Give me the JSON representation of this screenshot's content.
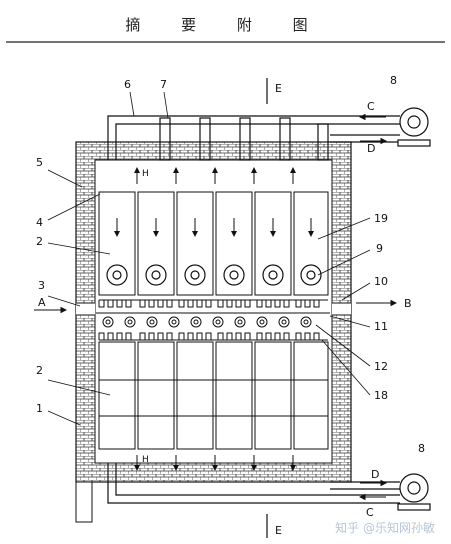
{
  "header": {
    "title": "摘 要 附 图"
  },
  "labels": {
    "n1": "1",
    "n2a": "2",
    "n2b": "2",
    "n3": "3",
    "n4": "4",
    "n5": "5",
    "n6": "6",
    "n7": "7",
    "n8a": "8",
    "n8b": "8",
    "n9": "9",
    "n10": "10",
    "n11": "11",
    "n12": "12",
    "n18": "18",
    "n19": "19",
    "A": "A",
    "B": "B",
    "C1": "C",
    "C2": "C",
    "D1": "D",
    "D2": "D",
    "E1": "E",
    "E2": "E",
    "H1": "H",
    "H2": "H"
  },
  "watermark": "知乎 @乐知网孙敏"
}
